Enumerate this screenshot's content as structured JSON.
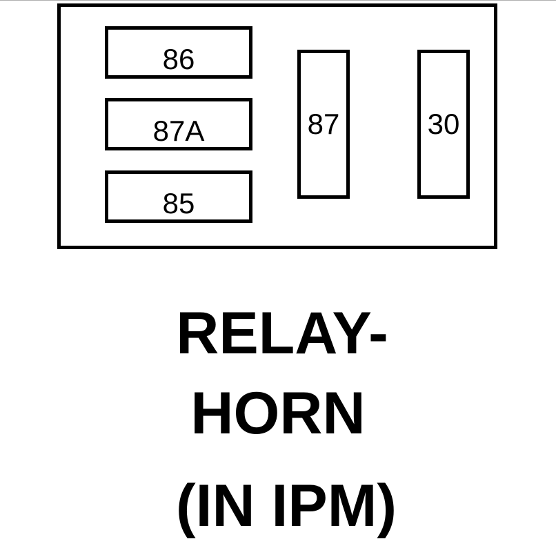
{
  "relay": {
    "pins": {
      "p86": "86",
      "p87a": "87A",
      "p85": "85",
      "p87": "87",
      "p30": "30"
    }
  },
  "caption": {
    "line1": "RELAY-",
    "line2": "HORN",
    "line3": "(IN IPM)"
  }
}
